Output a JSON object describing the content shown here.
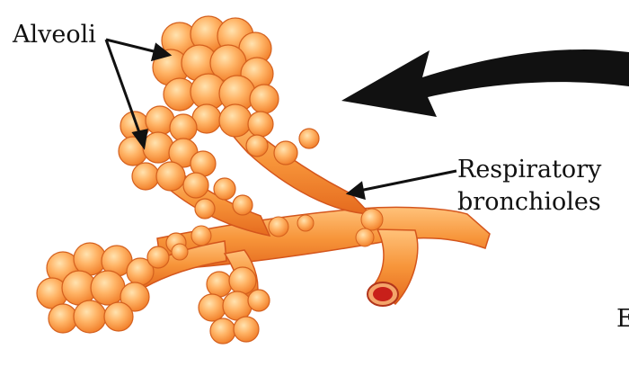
{
  "labels": {
    "alveoli": "Alveoli",
    "respiratory_line1": "Respiratory",
    "respiratory_line2": "bronchioles",
    "cut_off_letter": "E"
  },
  "colors": {
    "tissue_dark": "#e8641a",
    "tissue_mid": "#f5902f",
    "tissue_light": "#ffc078",
    "highlight": "#ffe0a8",
    "outline": "#c2461a",
    "vessel_lumen": "#c8201a",
    "arrow": "#111111"
  }
}
